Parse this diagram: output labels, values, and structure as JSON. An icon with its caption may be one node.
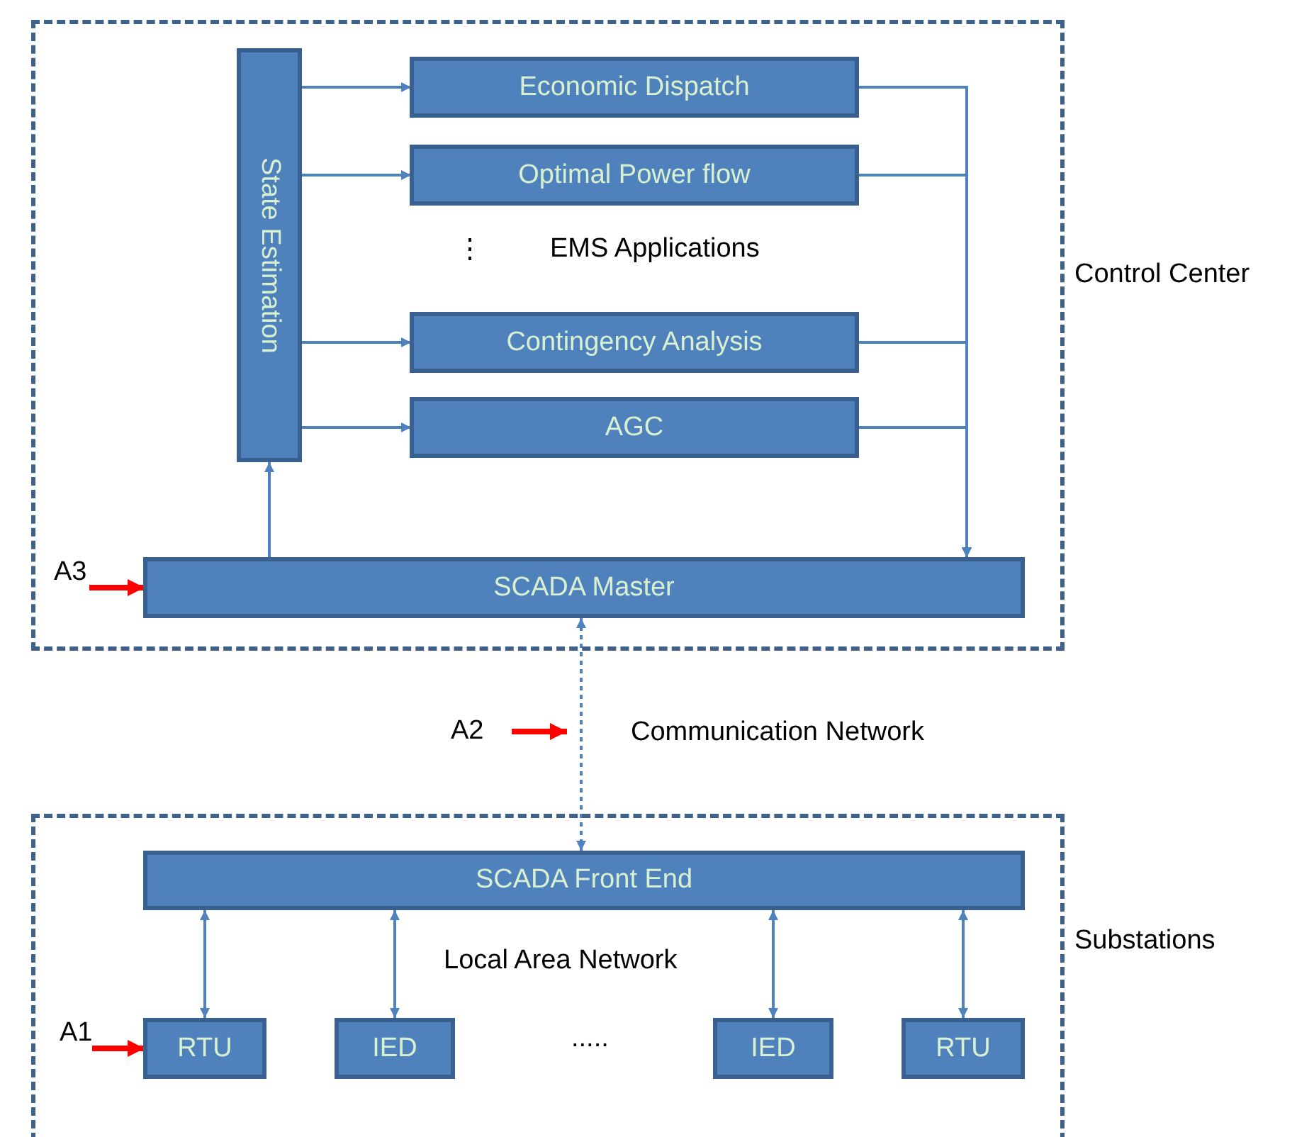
{
  "diagram": {
    "nodes": [
      {
        "text": [
          "Control Center"
        ]
      },
      {
        "text": [
          "State Estimation"
        ],
        "in": 0
      },
      {
        "text": [
          "Economic Dispatch"
        ],
        "in": 0
      },
      {
        "text": [
          "Optimal Power flow"
        ],
        "in": 0
      },
      {
        "text": [
          "Contingency Analysis"
        ],
        "in": 0
      },
      {
        "text": [
          "AGC"
        ],
        "in": 0
      },
      {
        "text": [
          "SCADA Master"
        ],
        "in": 0
      },
      {
        "text": [
          "Substations"
        ]
      },
      {
        "text": [
          "SCADA Front End"
        ],
        "in": 7
      },
      {
        "text": [
          "RTU"
        ],
        "in": 7
      },
      {
        "text": [
          "IED"
        ],
        "in": 7
      },
      {
        "text": [
          "IED"
        ],
        "in": 7
      },
      {
        "text": [
          "RTU"
        ],
        "in": 7
      },
      {
        "text": [
          "A3"
        ],
        "in": 0
      },
      {
        "text": [
          "A2"
        ]
      },
      {
        "text": [
          "A1"
        ],
        "in": 7
      }
    ],
    "edges": [
      {
        "from": 1,
        "to": 2,
        "arrow": "to"
      },
      {
        "from": 1,
        "to": 3,
        "arrow": "to"
      },
      {
        "from": 1,
        "to": 4,
        "arrow": "to"
      },
      {
        "from": 1,
        "to": 5,
        "arrow": "to"
      },
      {
        "from": 2,
        "to": 6,
        "arrow": "to"
      },
      {
        "from": 3,
        "to": 6,
        "arrow": "to"
      },
      {
        "from": 4,
        "to": 6,
        "arrow": "to"
      },
      {
        "from": 5,
        "to": 6,
        "arrow": "to"
      },
      {
        "from": 6,
        "to": 1,
        "arrow": "to"
      },
      {
        "from": 6,
        "to": 8,
        "arrow": "both",
        "style": "dashed"
      },
      {
        "from": 8,
        "to": 9,
        "arrow": "both"
      },
      {
        "from": 8,
        "to": 10,
        "arrow": "both"
      },
      {
        "from": 8,
        "to": 11,
        "arrow": "both"
      },
      {
        "from": 8,
        "to": 12,
        "arrow": "both"
      },
      {
        "from": 13,
        "to": 6,
        "arrow": "to",
        "style": "thick",
        "color": "#ff0000"
      },
      {
        "from": 14,
        "to": null,
        "arrow": "to",
        "style": "thick",
        "color": "#ff0000"
      },
      {
        "from": 15,
        "to": 9,
        "arrow": "to",
        "style": "thick",
        "color": "#ff0000"
      }
    ],
    "labels": [
      "⋮",
      "EMS Applications",
      "Communication Network",
      "Local Area Network",
      "....."
    ]
  }
}
